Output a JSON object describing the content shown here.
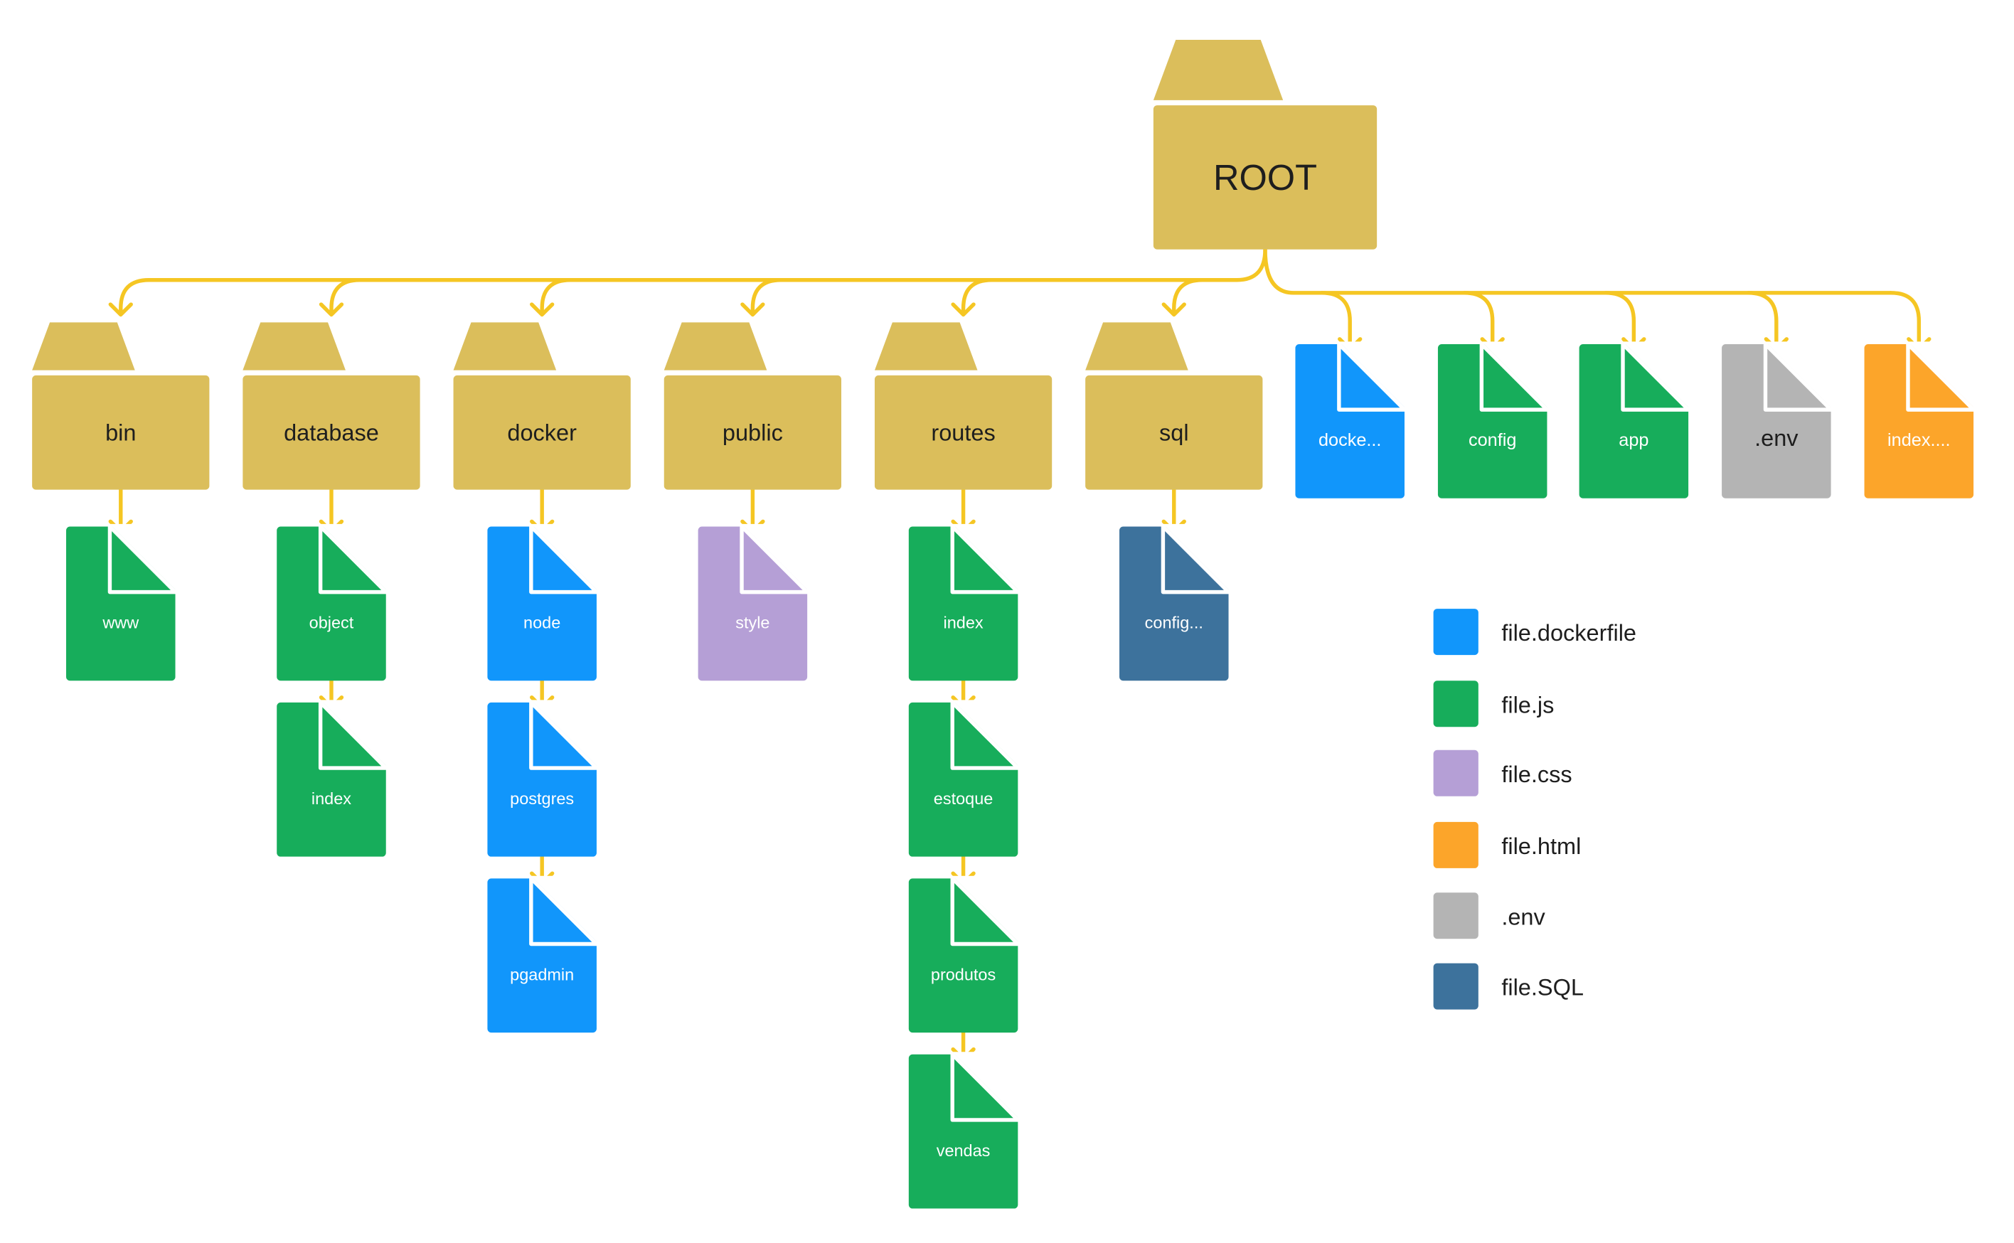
{
  "colors": {
    "folder": "#dbbe5b",
    "connector": "#f5c623",
    "dockerfile": "#1196fb",
    "js": "#17ad5b",
    "css": "#b59fd6",
    "html": "#fca52a",
    "env": "#b4b4b4",
    "sql": "#3d729c"
  },
  "root": {
    "label": "ROOT"
  },
  "folders": [
    {
      "label": "bin",
      "files": [
        {
          "label": "www",
          "type": "js"
        }
      ]
    },
    {
      "label": "database",
      "files": [
        {
          "label": "object",
          "type": "js"
        },
        {
          "label": "index",
          "type": "js"
        }
      ]
    },
    {
      "label": "docker",
      "files": [
        {
          "label": "node",
          "type": "dockerfile"
        },
        {
          "label": "postgres",
          "type": "dockerfile"
        },
        {
          "label": "pgadmin",
          "type": "dockerfile"
        }
      ]
    },
    {
      "label": "public",
      "files": [
        {
          "label": "style",
          "type": "css"
        }
      ]
    },
    {
      "label": "routes",
      "files": [
        {
          "label": "index",
          "type": "js"
        },
        {
          "label": "estoque",
          "type": "js"
        },
        {
          "label": "produtos",
          "type": "js"
        },
        {
          "label": "vendas",
          "type": "js"
        }
      ]
    },
    {
      "label": "sql",
      "files": [
        {
          "label": "config...",
          "type": "sql"
        }
      ]
    }
  ],
  "root_files": [
    {
      "label": "docke...",
      "type": "dockerfile"
    },
    {
      "label": "config",
      "type": "js"
    },
    {
      "label": "app",
      "type": "js"
    },
    {
      "label": ".env",
      "type": "env"
    },
    {
      "label": "index....",
      "type": "html"
    }
  ],
  "legend": [
    {
      "label": "file.dockerfile",
      "type": "dockerfile"
    },
    {
      "label": "file.js",
      "type": "js"
    },
    {
      "label": "file.css",
      "type": "css"
    },
    {
      "label": "file.html",
      "type": "html"
    },
    {
      "label": ".env",
      "type": "env"
    },
    {
      "label": "file.SQL",
      "type": "sql"
    }
  ]
}
